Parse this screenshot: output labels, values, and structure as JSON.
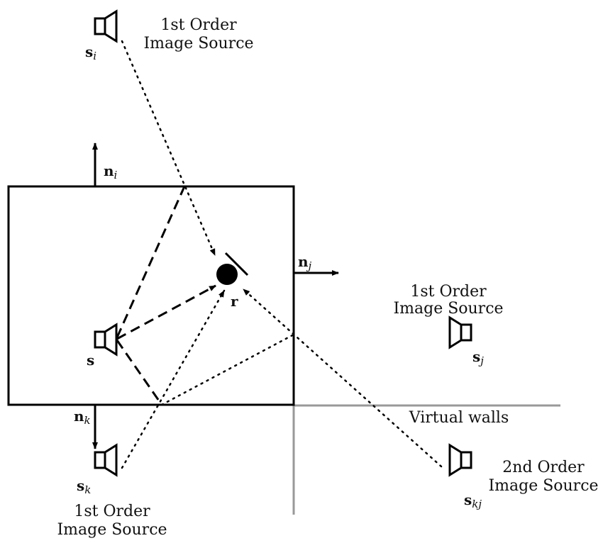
{
  "labels": {
    "image_source_i": [
      "1st Order",
      "Image Source"
    ],
    "image_source_j": [
      "1st Order",
      "Image Source"
    ],
    "image_source_k": [
      "1st Order",
      "Image Source"
    ],
    "image_source_kj": [
      "2nd Order",
      "Image Source"
    ],
    "virtual_walls": "Virtual walls"
  },
  "symbols": {
    "s": "s",
    "s_i": {
      "base": "s",
      "sub": "i"
    },
    "s_j": {
      "base": "s",
      "sub": "j"
    },
    "s_k": {
      "base": "s",
      "sub": "k"
    },
    "s_kj": {
      "base": "s",
      "sub": "kj"
    },
    "r": "r",
    "n_i": {
      "base": "n",
      "sub": "i"
    },
    "n_j": {
      "base": "n",
      "sub": "j"
    },
    "n_k": {
      "base": "n",
      "sub": "k"
    }
  }
}
